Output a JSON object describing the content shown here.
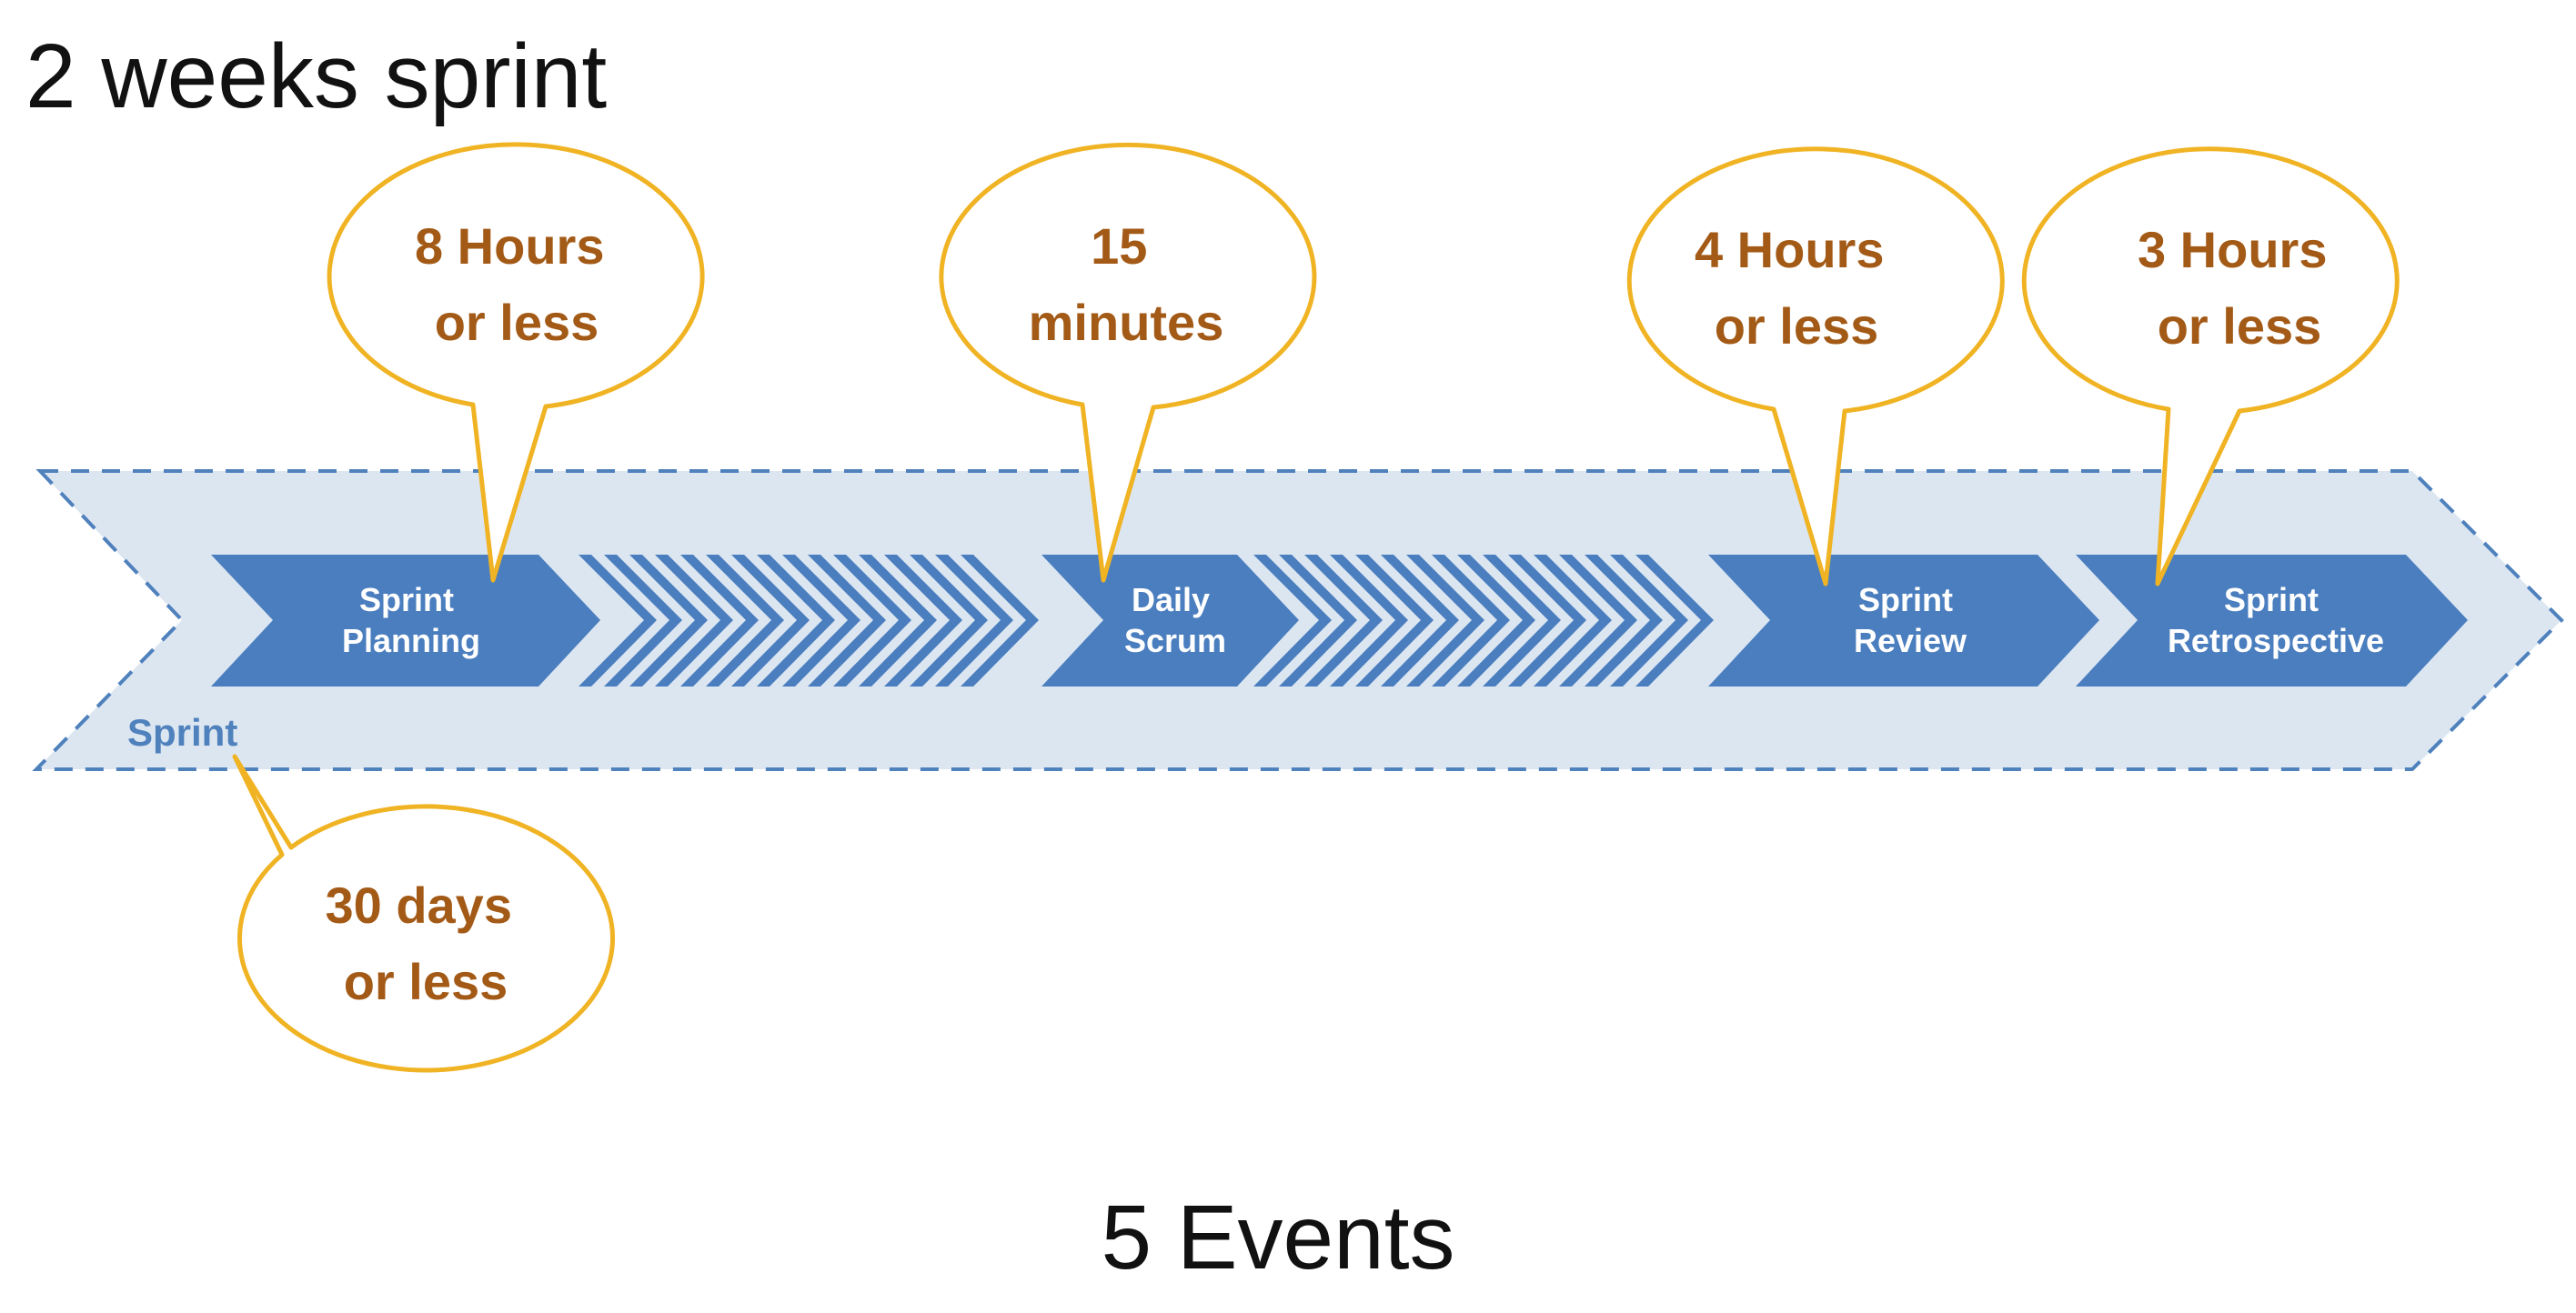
{
  "title": "2 weeks sprint",
  "footer": "5 Events",
  "sprint_label": "Sprint",
  "events": [
    {
      "line1": "Sprint",
      "line2": "Planning",
      "icon": "chevron-arrow-icon"
    },
    {
      "line1": "Daily",
      "line2": "Scrum",
      "icon": "chevron-arrow-icon"
    },
    {
      "line1": "Sprint",
      "line2": "Review",
      "icon": "chevron-arrow-icon"
    },
    {
      "line1": "Sprint",
      "line2": "Retrospective",
      "icon": "chevron-arrow-icon"
    }
  ],
  "callouts": [
    {
      "line1": "8 Hours",
      "line2": "or less"
    },
    {
      "line1": "15",
      "line2": "minutes"
    },
    {
      "line1": "4 Hours",
      "line2": "or less"
    },
    {
      "line1": "3 Hours",
      "line2": "or less"
    },
    {
      "line1": "30 days",
      "line2": "or less"
    }
  ],
  "colors": {
    "band_fill": "#dce6f1",
    "band_stroke": "#4f81bd",
    "event_fill": "#4a7ebf",
    "stripe_fill": "#4a7ebf",
    "callout_stroke": "#f0b323",
    "callout_text": "#a35a16",
    "sprint_text": "#4f81bd"
  }
}
